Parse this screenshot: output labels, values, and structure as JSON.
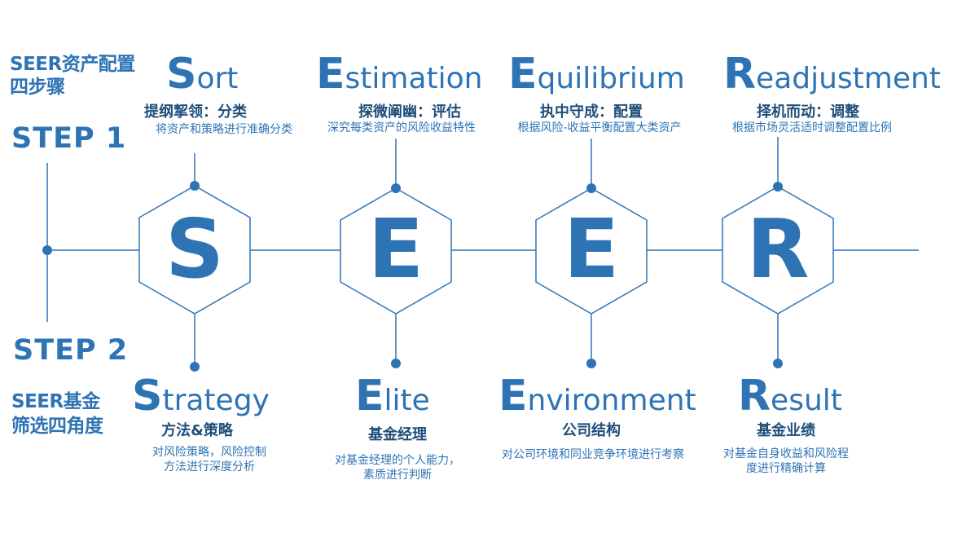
{
  "left": {
    "title_line1": "SEER资产配置",
    "title_line2": "四步骤",
    "step1": "STEP 1",
    "step2": "STEP 2",
    "fund_line1": "SEER基金",
    "fund_line2": "筛选四角度"
  },
  "hexagons": [
    "S",
    "E",
    "E",
    "R"
  ],
  "top": [
    {
      "cap": "S",
      "rest": "ort",
      "sub": "提纲挈领：分类",
      "desc": "将资产和策略进行准确分类"
    },
    {
      "cap": "E",
      "rest": "stimation",
      "sub": "探微阐幽：评估",
      "desc": "深究每类资产的风险收益特性"
    },
    {
      "cap": "E",
      "rest": "quilibrium",
      "sub": "执中守成：配置",
      "desc": "根据风险-收益平衡配置大类资产"
    },
    {
      "cap": "R",
      "rest": "eadjustment",
      "sub": "择机而动：调整",
      "desc": "根据市场灵活适时调整配置比例"
    }
  ],
  "bottom": [
    {
      "cap": "S",
      "rest": "trategy",
      "sub": "方法&策略",
      "desc1": "对风险策略，风险控制",
      "desc2": "方法进行深度分析"
    },
    {
      "cap": "E",
      "rest": "lite",
      "sub": "基金经理",
      "desc1": "对基金经理的个人能力，",
      "desc2": "素质进行判断"
    },
    {
      "cap": "E",
      "rest": "nvironment",
      "sub": "公司结构",
      "desc1": "对公司环境和同业竞争环境进行考察",
      "desc2": ""
    },
    {
      "cap": "R",
      "rest": "esult",
      "sub": "基金业绩",
      "desc1": "对基金自身收益和风险程",
      "desc2": "度进行精确计算"
    }
  ],
  "colors": {
    "accent": "#2e74b5",
    "dark": "#1f4e79"
  }
}
